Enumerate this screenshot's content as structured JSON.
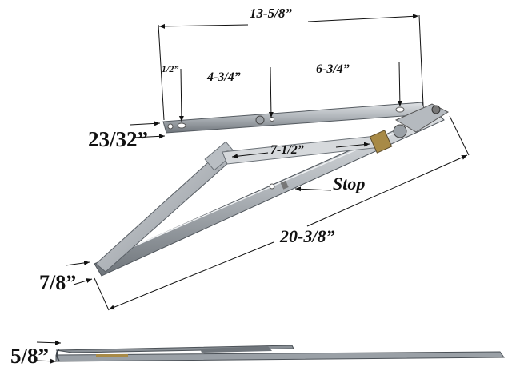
{
  "diagram": {
    "subject": "Window stay arm / casement hinge with dimensions",
    "colors": {
      "background": "#ffffff",
      "metal_light": "#c9cdd2",
      "metal_mid": "#9aa0a6",
      "metal_dark": "#5f656b",
      "brass": "#a08040",
      "annotation": "#111111"
    },
    "dimensions": {
      "overall_top_arm": "13-5/8”",
      "end_hole_offset": "1/2”",
      "hole_to_middle": "4-3/4”",
      "middle_to_end_hole": "6-3/4”",
      "top_arm_width": "23/32”",
      "link_arm_length": "7-1/2”",
      "stop_label": "Stop",
      "track_length": "20-3/8”",
      "track_width": "7/8”",
      "closed_profile_height": "5/8”"
    }
  }
}
